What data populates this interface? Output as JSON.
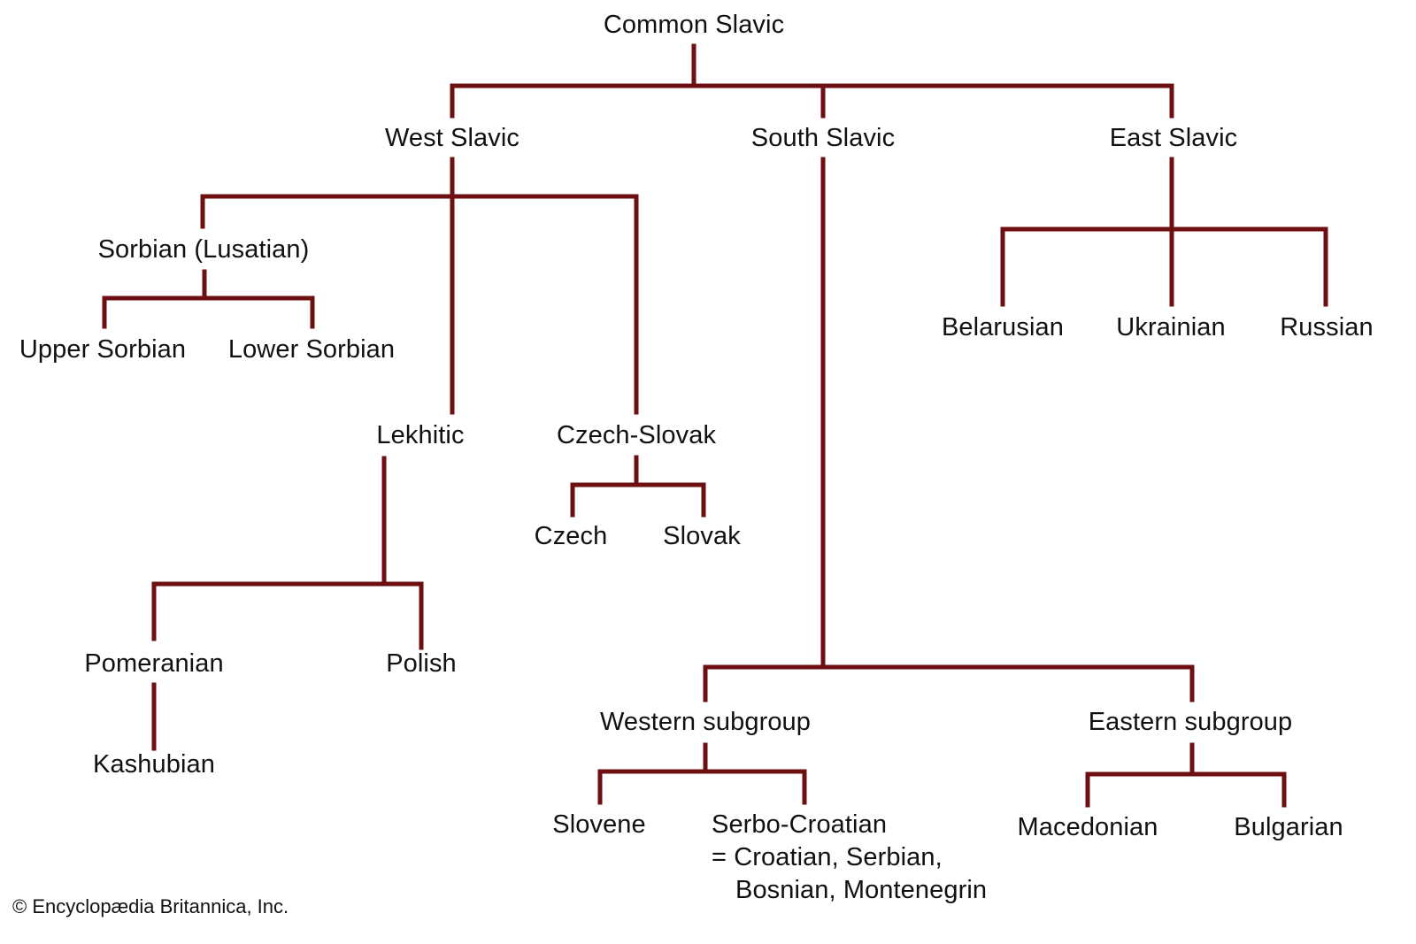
{
  "nodes": {
    "common": "Common Slavic",
    "west": "West Slavic",
    "south": "South Slavic",
    "east": "East Slavic",
    "sorbian": "Sorbian (Lusatian)",
    "upper_sorbian": "Upper Sorbian",
    "lower_sorbian": "Lower Sorbian",
    "lekhitic": "Lekhitic",
    "czech_slovak": "Czech-Slovak",
    "czech": "Czech",
    "slovak": "Slovak",
    "pomeranian": "Pomeranian",
    "polish": "Polish",
    "kashubian": "Kashubian",
    "belarusian": "Belarusian",
    "ukrainian": "Ukrainian",
    "russian": "Russian",
    "western_subgroup": "Western subgroup",
    "eastern_subgroup": "Eastern subgroup",
    "slovene": "Slovene",
    "serbo_croatian_line1": "Serbo-Croatian",
    "serbo_croatian_line2": "= Croatian, Serbian,",
    "serbo_croatian_line3": "Bosnian, Montenegrin",
    "macedonian": "Macedonian",
    "bulgarian": "Bulgarian"
  },
  "credit": "© Encyclopædia Britannica, Inc.",
  "colors": {
    "connector": "#6e0f12",
    "text": "#111111",
    "background": "#ffffff"
  }
}
